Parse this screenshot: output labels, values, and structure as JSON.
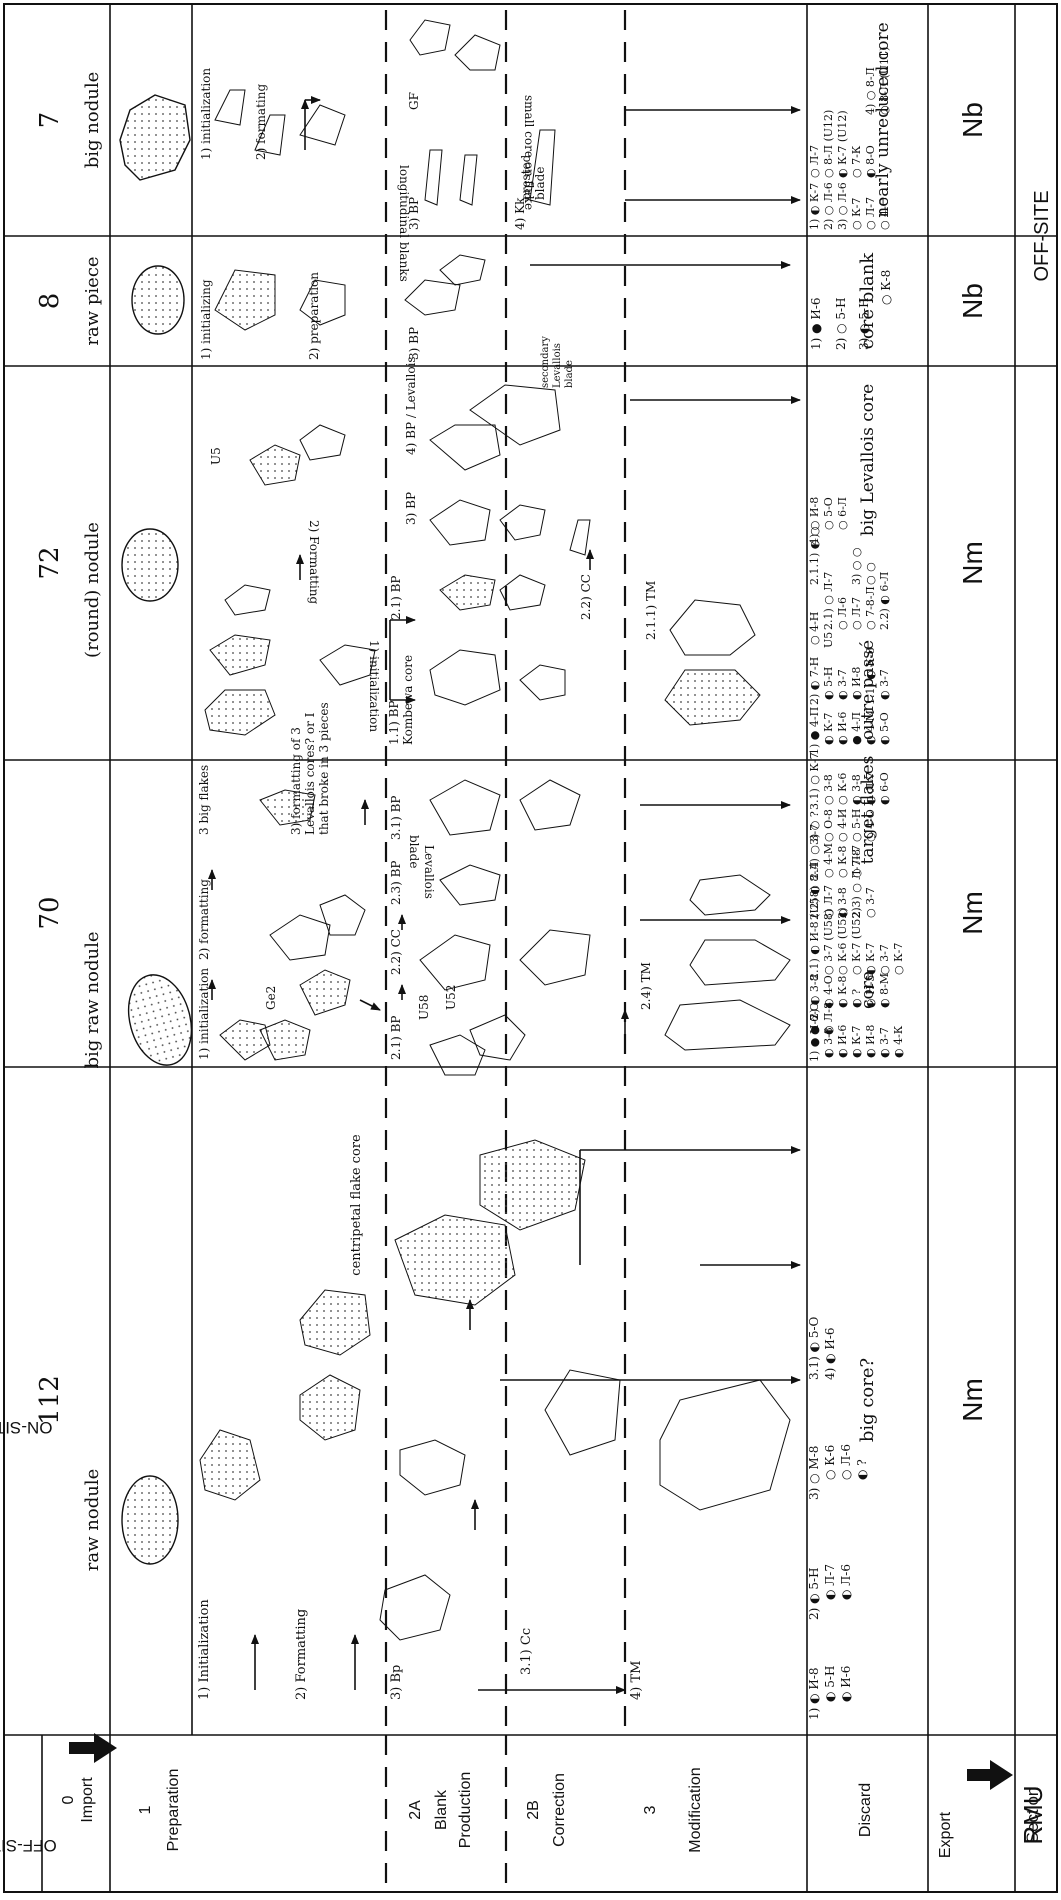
{
  "header": {
    "rmu_label": "RMU",
    "off_site": "OFF-SITE",
    "on_site": "ON-SITE",
    "row_numbers": {
      "import": "0",
      "preparation": "1",
      "blank": "2A",
      "correction": "2B",
      "modification": "3"
    },
    "row_labels": {
      "import": "Import",
      "preparation": "Preparation",
      "blank_line1": "Blank",
      "blank_line2": "Production",
      "correction": "Correction",
      "modification": "Modification",
      "discard": "Discard",
      "export": "Export",
      "section": "Section"
    }
  },
  "columns": [
    {
      "id": "112",
      "number": "112",
      "raw": "raw nodule",
      "steps": [
        "1) Initialization",
        "2) Formatting",
        "3) Bp",
        "3.1) Cc",
        "4) TM",
        "centripetal flake core"
      ],
      "discard": [
        "1) ◐ И-8",
        "◐ 5-Н",
        "◐ И-6",
        "2) ◐ 5-Н",
        "◐ Л-7",
        "◐ Л-6",
        "3) ○ М-8",
        "○ К-6",
        "○ Л-6",
        "◐ ?",
        "3.1) ◐ 5-О",
        "4) ◐ И-6"
      ],
      "export": "big core?",
      "section": "Nm"
    },
    {
      "id": "70",
      "number": "70",
      "raw": "big raw nodule",
      "steps": [
        "1) initialization",
        "2) formatting",
        "3 big flakes",
        "3) formatting of 3",
        "Levallois cores? or I",
        "that broke in 3 pieces",
        "2.1) BP",
        "2.2) CC",
        "2.3) BP",
        "3.1) BP",
        "Levallois",
        "blade",
        "2.4) TM",
        "U58",
        "U52",
        "Ge2"
      ],
      "discard": [
        "1) ● И-7",
        "◐ 3-8",
        "◐ И-6",
        "◐ К-7",
        "◐ И-8",
        "◐ 3-7",
        "◐ 4-К",
        "● 6-О",
        "◐ Л-8",
        "2) ◐ 3-8",
        "◐ 4-О",
        "◐ К-8",
        "◐ ?",
        "◐ Н-5",
        "◐ 8-М",
        "2.1) ◐ И-8 (U58)",
        "○ 3-7 (U58)",
        "○ К-6 (U52)",
        "○ К-7 (U52)",
        "◐ К-7",
        "○ 3-7",
        "○ К-7",
        "2.2) ◐ 8-Л",
        "○ Л-7",
        "◐ 3-8",
        "2.3) ○ Л-7-8",
        "○ 3-7",
        "2.4) ○ 3-7",
        "○ 4-М",
        "○ К-8",
        "○ Л-7",
        "3) ○ ?",
        "○ О-8",
        "○ 4-И",
        "○ 5-Н",
        "○ 4-О",
        "3.1) ○ К-7",
        "○ 3-8",
        "○ К-6",
        "◐ 3-8",
        "◐ Л-7",
        "◐ 6-О"
      ],
      "export_a": "core",
      "export_b": "target flakes",
      "section": "Nm"
    },
    {
      "id": "72",
      "number": "72",
      "raw": "(round) nodule",
      "steps": [
        "1) initialization",
        "2) Formatting",
        "U5",
        "1.1) BP",
        "Kombewa core",
        "2.1) BP",
        "2.2) CC",
        "3) BP",
        "4) BP / Levallois",
        "secondary",
        "Levallois",
        "blade",
        "2.1.1) TM"
      ],
      "discard": [
        "1) ● 4-П",
        "◐ К-7",
        "◐ И-6",
        "● 4-Л",
        "◐ 4-М",
        "◐ 5-О",
        "2) ◐ 7-Н",
        "◐ 5-Н",
        "◐ 3-7",
        "◐ И-8",
        "1.1) ◐ К-8",
        "◐ 3-7",
        "U5",
        "○ 4-Н",
        "2.1) ○ Л-7",
        "○ Л-6",
        "○ Л-7",
        "○ 7-8-Л",
        "2.2) ◐ 6-Л",
        "2.1.1) ◐ ○",
        "3) ○ ○",
        "○ ○",
        "4) ○ И-8",
        "○ 5-О",
        "○ 6-Л"
      ],
      "export_a": "outre passé",
      "export_b": "big Levallois core",
      "section": "Nm"
    },
    {
      "id": "8",
      "number": "8",
      "raw": "raw piece",
      "steps": [
        "1) initializing",
        "2) preparation",
        "3) BP"
      ],
      "discard": [
        "1) ● И-6",
        "2) ○ 5-Н",
        "3) ◐ 5-Н",
        "○ К-8"
      ],
      "export": "core blank",
      "section": "Nb"
    },
    {
      "id": "7",
      "number": "7",
      "raw": "big nodule",
      "steps": [
        "1) initialization",
        "2) formating",
        "3) BP",
        "longitudinal blanks",
        "4) Kk",
        "crested",
        "blade",
        "GF",
        "small core on flake"
      ],
      "discard": [
        "1) ◐ К-7",
        "○ Л-7",
        "2) ○ Л-6",
        "○ 8-Л (U12)",
        "3) ○ Л-6",
        "◐ К-7 (U12)",
        "○ К-7",
        "○ 7-К",
        "○ Л-7",
        "◐ 8-О",
        "○ 4-О",
        "4) ○ 8-Л",
        "○ 8-Л (U11)"
      ],
      "export": "nearly unreduced core",
      "section": "Nb"
    }
  ]
}
